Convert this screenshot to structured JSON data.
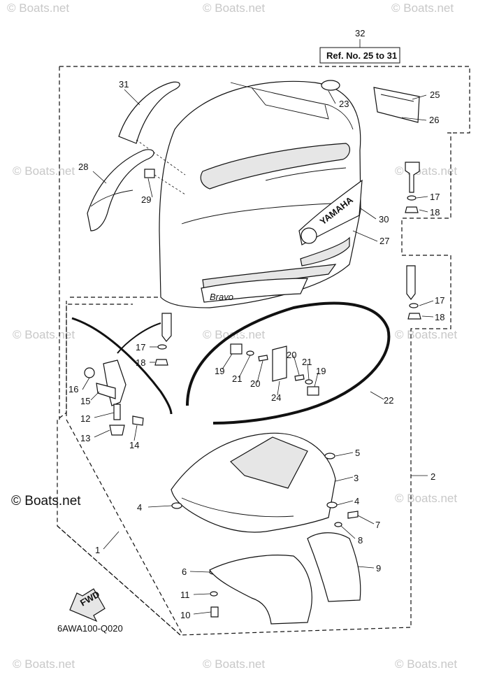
{
  "watermark": "© Boats.net",
  "watermark_main": "© Boats.net",
  "ref_box": "Ref. No. 25 to 31",
  "diagram_code": "6AWA100-Q020",
  "fwd_label": "FWD",
  "logo_text": "YAMAHA",
  "badge_text": "Bravo",
  "callouts": {
    "c1": "1",
    "c2": "2",
    "c3": "3",
    "c4a": "4",
    "c4b": "4",
    "c5": "5",
    "c6": "6",
    "c7": "7",
    "c8": "8",
    "c9": "9",
    "c10": "10",
    "c11": "11",
    "c12": "12",
    "c13": "13",
    "c14": "14",
    "c15": "15",
    "c16": "16",
    "c17a": "17",
    "c17b": "17",
    "c17c": "17",
    "c18a": "18",
    "c18b": "18",
    "c18c": "18",
    "c19a": "19",
    "c19b": "19",
    "c20a": "20",
    "c20b": "20",
    "c21a": "21",
    "c21b": "21",
    "c22": "22",
    "c23": "23",
    "c24": "24",
    "c25": "25",
    "c26": "26",
    "c27": "27",
    "c28": "28",
    "c29": "29",
    "c30": "30",
    "c31": "31",
    "c32": "32"
  }
}
